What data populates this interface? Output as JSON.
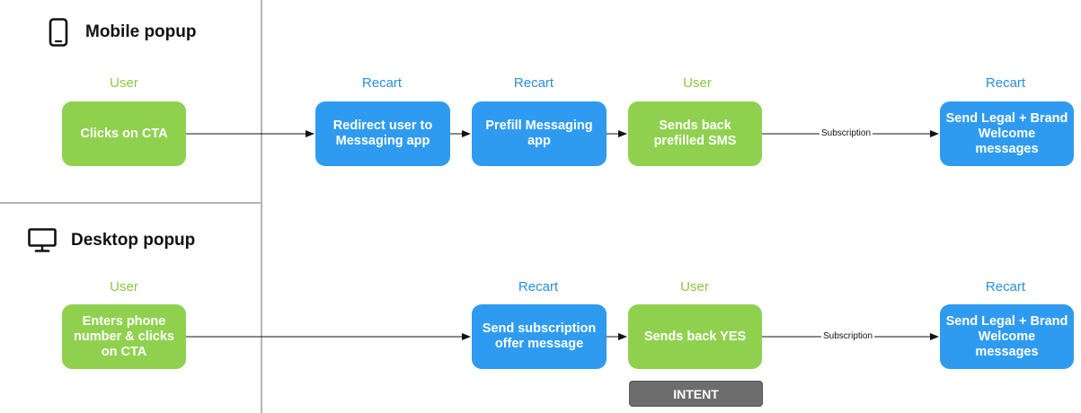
{
  "lanes": {
    "mobile": {
      "title": "Mobile popup",
      "roles": [
        "User",
        "Recart",
        "Recart",
        "User",
        "Recart"
      ],
      "steps": [
        "Clicks on CTA",
        "Redirect user to Messaging app",
        "Prefill Messaging app",
        "Sends back prefilled SMS",
        "Send Legal + Brand Welcome messages"
      ],
      "edge_label": "Subscription"
    },
    "desktop": {
      "title": "Desktop popup",
      "roles": [
        "User",
        "Recart",
        "User",
        "Recart"
      ],
      "steps": [
        "Enters phone number & clicks on CTA",
        "Send subscription offer message",
        "Sends back YES",
        "Send Legal + Brand Welcome messages"
      ],
      "edge_label": "Subscription",
      "badge": "INTENT"
    }
  },
  "icons": {
    "mobile": "smartphone-icon",
    "desktop": "desktop-monitor-icon"
  },
  "colors": {
    "user": "#8cc63f",
    "recart": "#2a8fd8",
    "green_box": "#8fd14f",
    "blue_box": "#2f9bf0",
    "intent_badge": "#6d6d6d"
  }
}
